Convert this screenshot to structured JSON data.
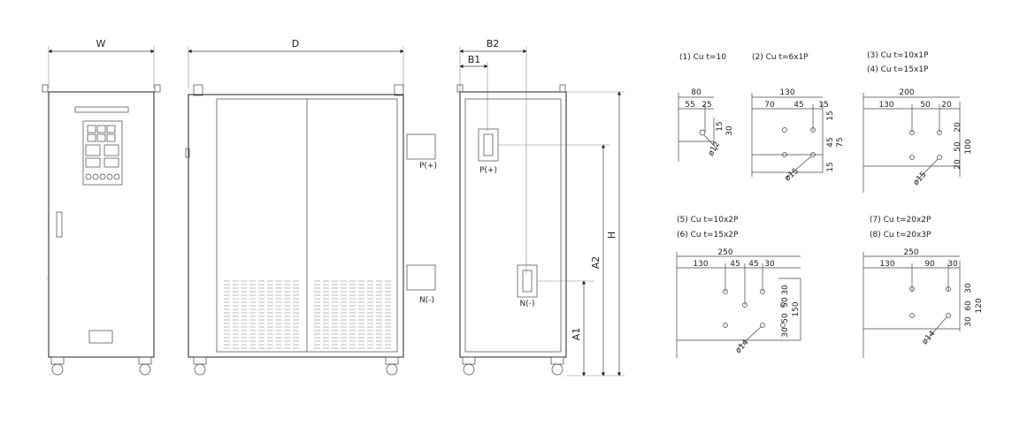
{
  "front_view": {
    "width_label": "W"
  },
  "side_view": {
    "depth_label": "D",
    "terminal_p_label": "P(+)",
    "terminal_n_label": "N(-)"
  },
  "rear_view": {
    "b1_label": "B1",
    "b2_label": "B2",
    "a1_label": "A1",
    "a2_label": "A2",
    "h_label": "H",
    "terminal_p_label": "P(+)",
    "terminal_n_label": "N(-)"
  },
  "busbars": {
    "d1": {
      "titles": [
        "(1)  Cu   t=10"
      ],
      "dims": [
        "80",
        "55",
        "25",
        "15",
        "30"
      ],
      "hole": "ø12"
    },
    "d2": {
      "titles": [
        "(2)  Cu   t=6x1P"
      ],
      "dims": [
        "130",
        "70",
        "45",
        "15",
        "15",
        "45",
        "75",
        "15"
      ],
      "hole": "ø15"
    },
    "d3": {
      "titles": [
        "(3)  Cu   t=10x1P",
        "(4)  Cu   t=15x1P"
      ],
      "dims": [
        "200",
        "130",
        "50",
        "20",
        "20",
        "50",
        "100",
        "20"
      ],
      "hole": "ø15"
    },
    "d5": {
      "titles": [
        "(5)  Cu   t=10x2P",
        "(6)  Cu   t=15x2P"
      ],
      "dims": [
        "250",
        "130",
        "45",
        "45",
        "30",
        "30",
        "50",
        "150",
        "50",
        "30"
      ],
      "hole": "ø14"
    },
    "d7": {
      "titles": [
        "(7)  Cu   t=20x2P",
        "(8)  Cu   t=20x3P"
      ],
      "dims": [
        "250",
        "130",
        "90",
        "30",
        "30",
        "60",
        "120",
        "30"
      ],
      "hole": "ø14"
    }
  }
}
